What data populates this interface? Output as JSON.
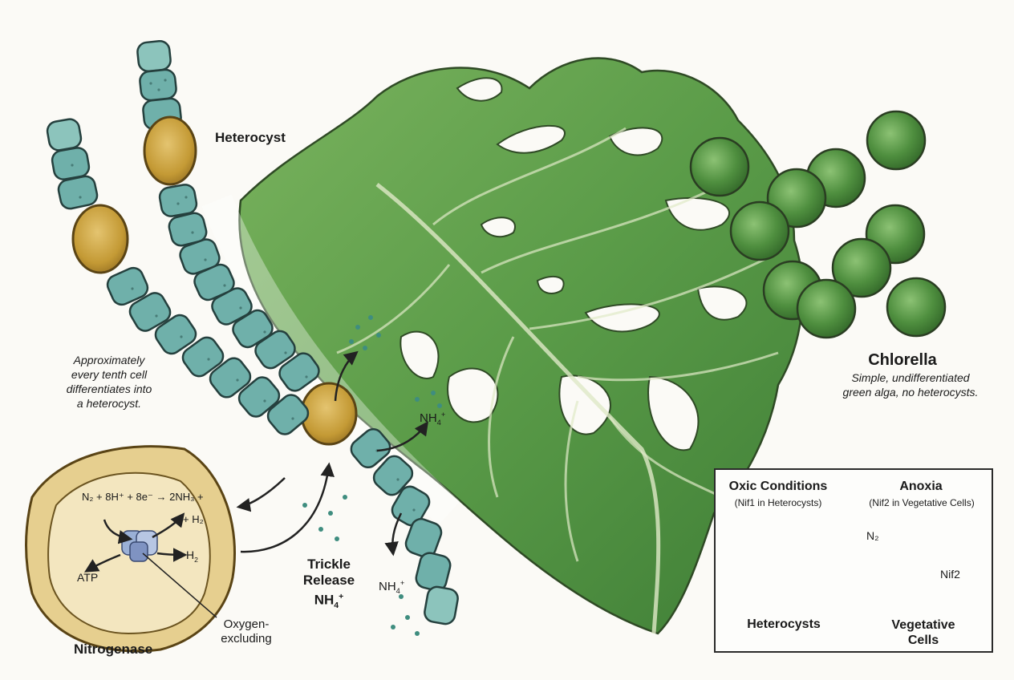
{
  "labels": {
    "heterocyst": "Heterocyst",
    "approx_note": [
      "Approximately",
      "every tenth cell",
      "differentiates into",
      "a heterocyst."
    ],
    "chlorella_title": "Chlorella",
    "chlorella_desc": [
      "Simple, undifferentiated",
      "green alga, no heterocysts."
    ],
    "nh4_upper": "NH",
    "nh4_lower": "NH",
    "nh4_sub": "4",
    "nh4_sup": "+",
    "trickle": [
      "Trickle",
      "Release",
      "NH"
    ],
    "nitrogenase": "Nitrogenase",
    "oxygen_excluding": [
      "Oxygen-",
      "excluding"
    ],
    "atp": "ATP",
    "h2_product": "H",
    "h2_sub": "2",
    "equation_line1": "N₂ + 8H⁺ + 8e⁻ → 2NH₃ +",
    "equation_line2": "+ H₂"
  },
  "inset": {
    "oxic_title": "Oxic Conditions",
    "oxic_sub": "(Nif1 in Heterocysts)",
    "anoxia_title": "Anoxia",
    "anoxia_sub": "(Nif2 in Vegetative Cells)",
    "n2_label": "N₂",
    "nif2_label": "Nif2",
    "heterocysts_caption": "Heterocysts",
    "vegetative_caption": [
      "Vegetative",
      "Cells"
    ]
  },
  "colors": {
    "vegetative_cell": "#6fb0aa",
    "heterocyst_cell": "#c9a440",
    "leaf": "#5e9e4c",
    "chlorella": "#4f8f3f",
    "outline": "#2a2a2a"
  }
}
